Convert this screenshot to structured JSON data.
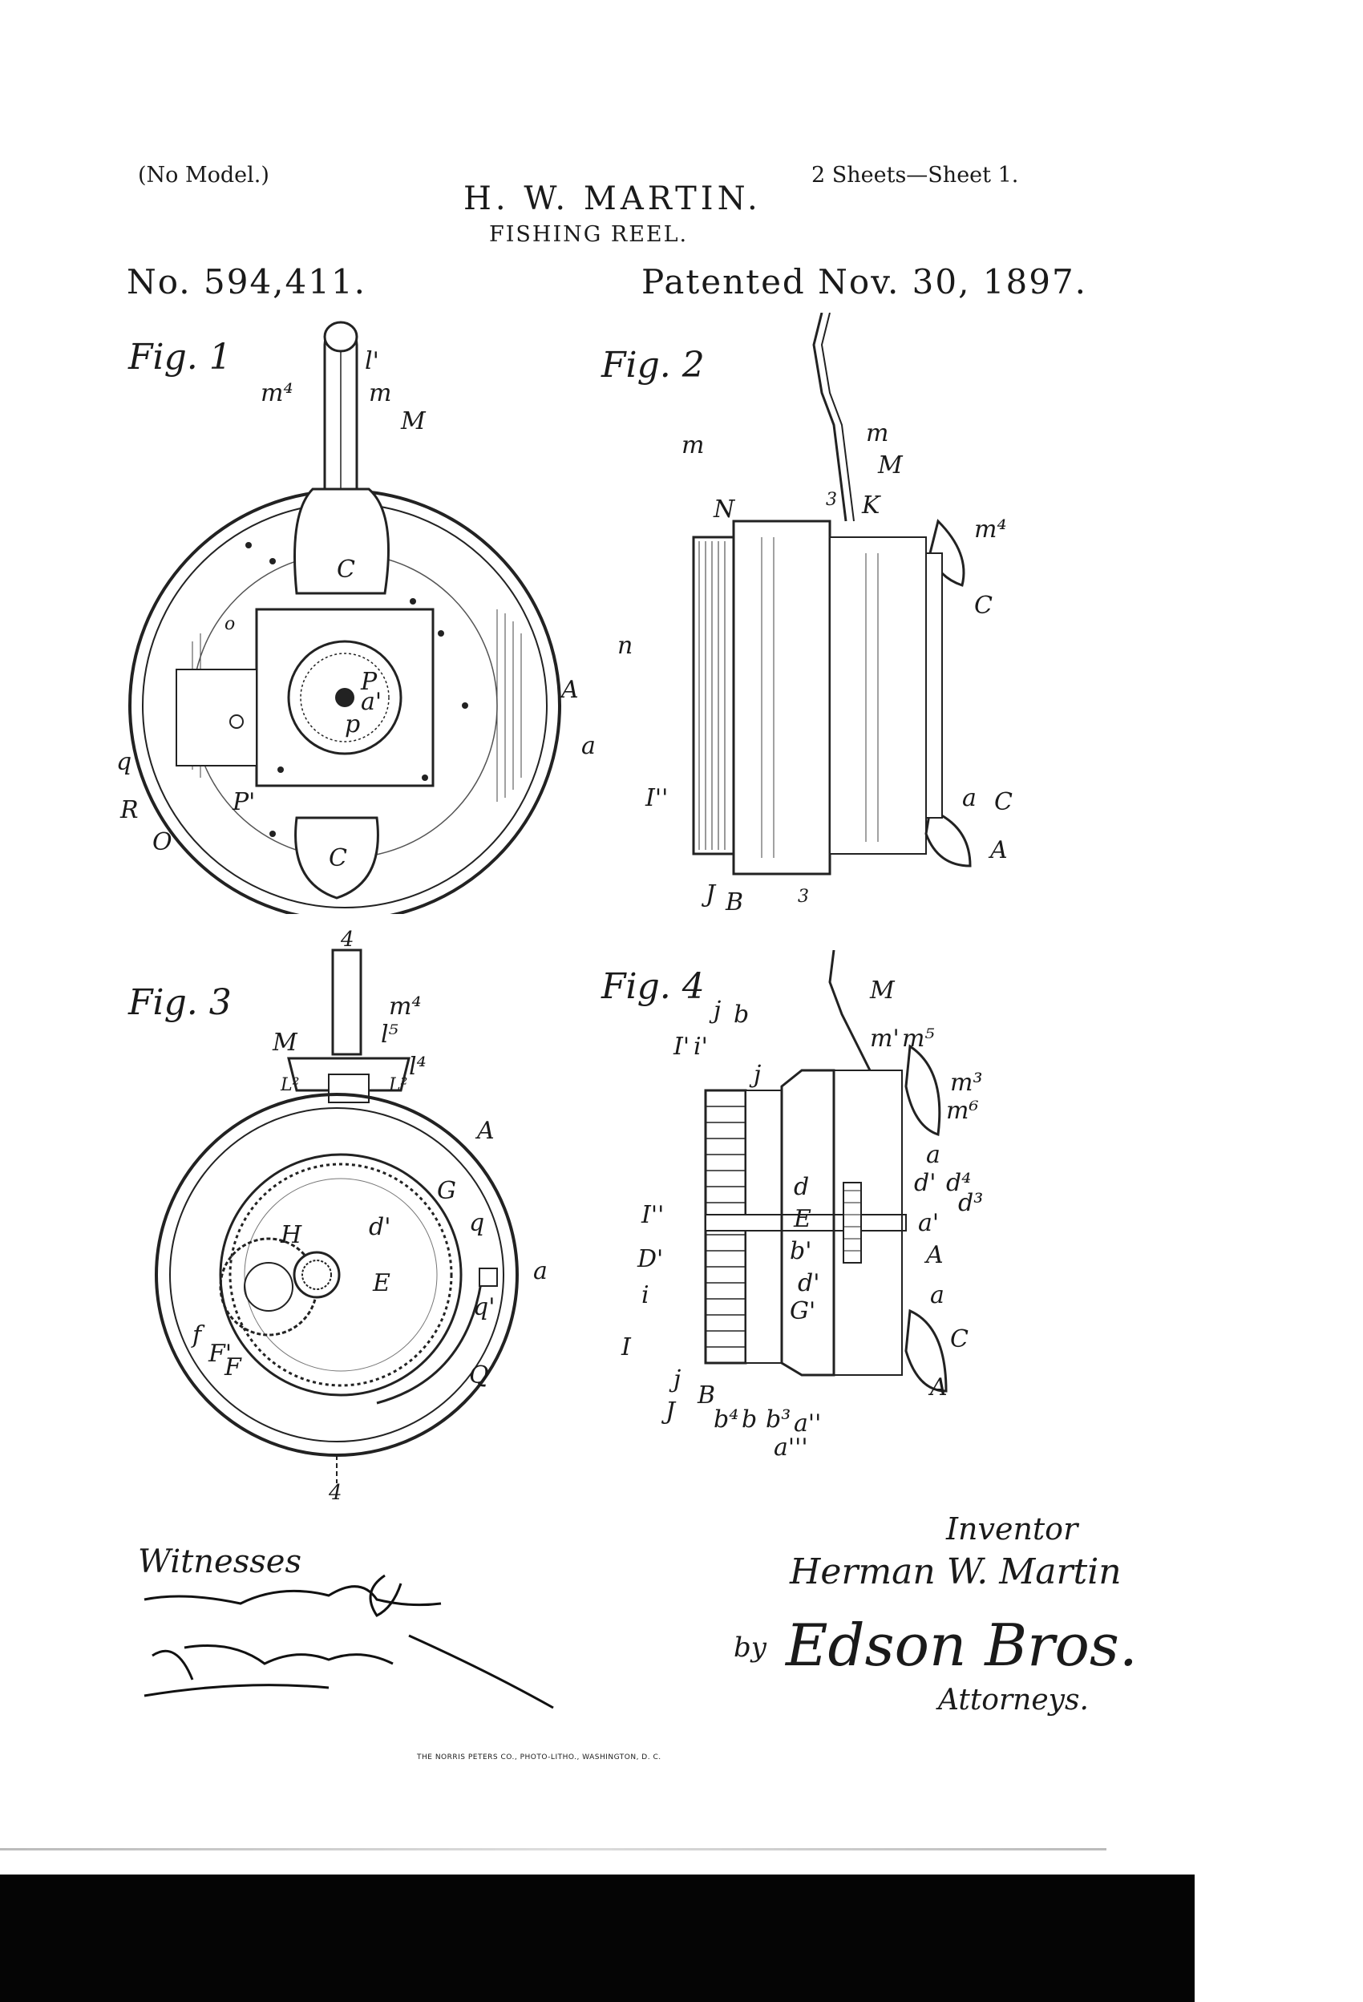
{
  "header": {
    "model_note": "(No Model.)",
    "inventor_name": "H. W. MARTIN.",
    "sheets": "2 Sheets—Sheet 1.",
    "title": "FISHING REEL.",
    "patent_number": "No. 594,411.",
    "patent_date": "Patented Nov. 30, 1897."
  },
  "figures": {
    "fig1": {
      "caption": "Fig. 1",
      "labels": [
        "l'",
        "m⁴",
        "m",
        "M",
        "C",
        "C",
        "A",
        "a",
        "P",
        "a'",
        "p",
        "q",
        "R",
        "O",
        "P'",
        "o"
      ]
    },
    "fig2": {
      "caption": "Fig. 2",
      "labels": [
        "m",
        "m",
        "M",
        "3",
        "K",
        "N",
        "m⁴",
        "C",
        "n",
        "I''",
        "a",
        "C",
        "A",
        "J",
        "B",
        "3"
      ]
    },
    "fig3": {
      "caption": "Fig. 3",
      "labels": [
        "4",
        "m⁴",
        "M",
        "l⁵",
        "l⁴",
        "L²",
        "L²",
        "A",
        "G",
        "H",
        "d'",
        "q",
        "a",
        "E",
        "q'",
        "f",
        "F'",
        "F",
        "Q",
        "4"
      ]
    },
    "fig4": {
      "caption": "Fig. 4",
      "labels": [
        "j",
        "b",
        "M",
        "I'",
        "i'",
        "m'",
        "m⁵",
        "j",
        "m³",
        "m⁶",
        "a",
        "d",
        "d'",
        "d⁴",
        "d³",
        "I''",
        "E",
        "a'",
        "D'",
        "b'",
        "A",
        "i",
        "d'",
        "a",
        "I",
        "G'",
        "C",
        "j",
        "A",
        "B",
        "J",
        "b⁴",
        "b",
        "b³",
        "a''",
        "a'''"
      ]
    }
  },
  "signatures": {
    "witnesses_label": "Witnesses",
    "inventor_label": "Inventor",
    "inventor_signature": "Herman W. Martin",
    "by_label": "by",
    "attorney_signature": "Edson Bros.",
    "attorneys_label": "Attorneys."
  },
  "footer": {
    "imprint": "THE NORRIS PETERS CO., PHOTO-LITHO., WASHINGTON, D. C."
  }
}
